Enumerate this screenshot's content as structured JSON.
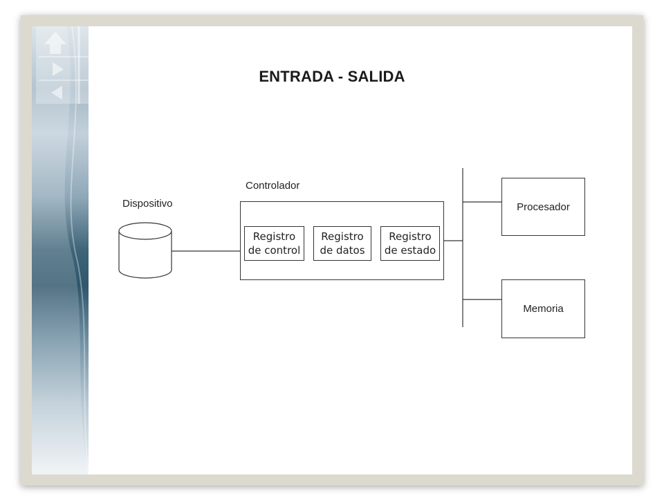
{
  "slide": {
    "title": "ENTRADA - SALIDA"
  },
  "diagram": {
    "device_label": "Dispositivo",
    "controller_label": "Controlador",
    "registers": [
      {
        "line1": "Registro",
        "line2": "de control"
      },
      {
        "line1": "Registro",
        "line2": "de datos"
      },
      {
        "line1": "Registro",
        "line2": "de estado"
      }
    ],
    "processor_label": "Procesador",
    "memory_label": "Memoria"
  },
  "colors": {
    "frame": "#dcd9cf",
    "band_dark": "#2f566b",
    "stroke": "#333333"
  }
}
